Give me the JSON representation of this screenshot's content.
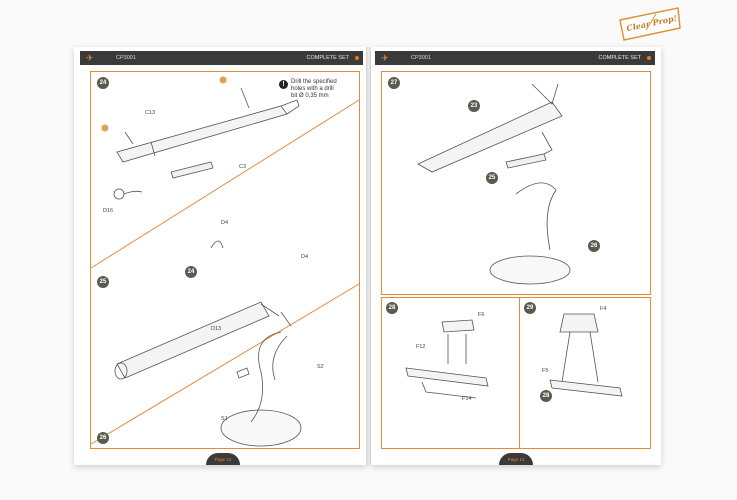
{
  "brand_logo_text": "Clear Prop!",
  "left_page": {
    "header_code": "CP3001",
    "header_set": "COMPLETE SET",
    "page_number": "Page 12",
    "steps": [
      {
        "number": "24",
        "note": [
          "Drill the specified",
          "holes with a drill",
          "bit Ø 0,35 mm"
        ],
        "warn": "!",
        "labels": {
          "c13": "C13",
          "c3": "C3",
          "d16": "D16"
        }
      },
      {
        "number": "25",
        "labels": {
          "d4a": "D4",
          "d4b": "D4",
          "d13": "D13",
          "ref24": "24"
        }
      },
      {
        "number": "26",
        "labels": {
          "s1": "S1",
          "s2": "S2"
        }
      }
    ]
  },
  "right_page": {
    "header_code": "CP3001",
    "header_set": "COMPLETE SET",
    "page_number": "Page 13",
    "steps": [
      {
        "number": "27",
        "labels": {
          "ref23": "23",
          "ref25": "25",
          "ref26": "26"
        }
      },
      {
        "number": "28",
        "labels": {
          "f6": "F6",
          "f12": "F12",
          "f14": "F14"
        }
      },
      {
        "number": "29",
        "labels": {
          "f4": "F4",
          "f5": "F5",
          "ref28": "28"
        }
      }
    ]
  },
  "colors": {
    "accent": "#e48a3a",
    "header": "#3a3a3a",
    "step_badge": "#5a5a4e"
  }
}
